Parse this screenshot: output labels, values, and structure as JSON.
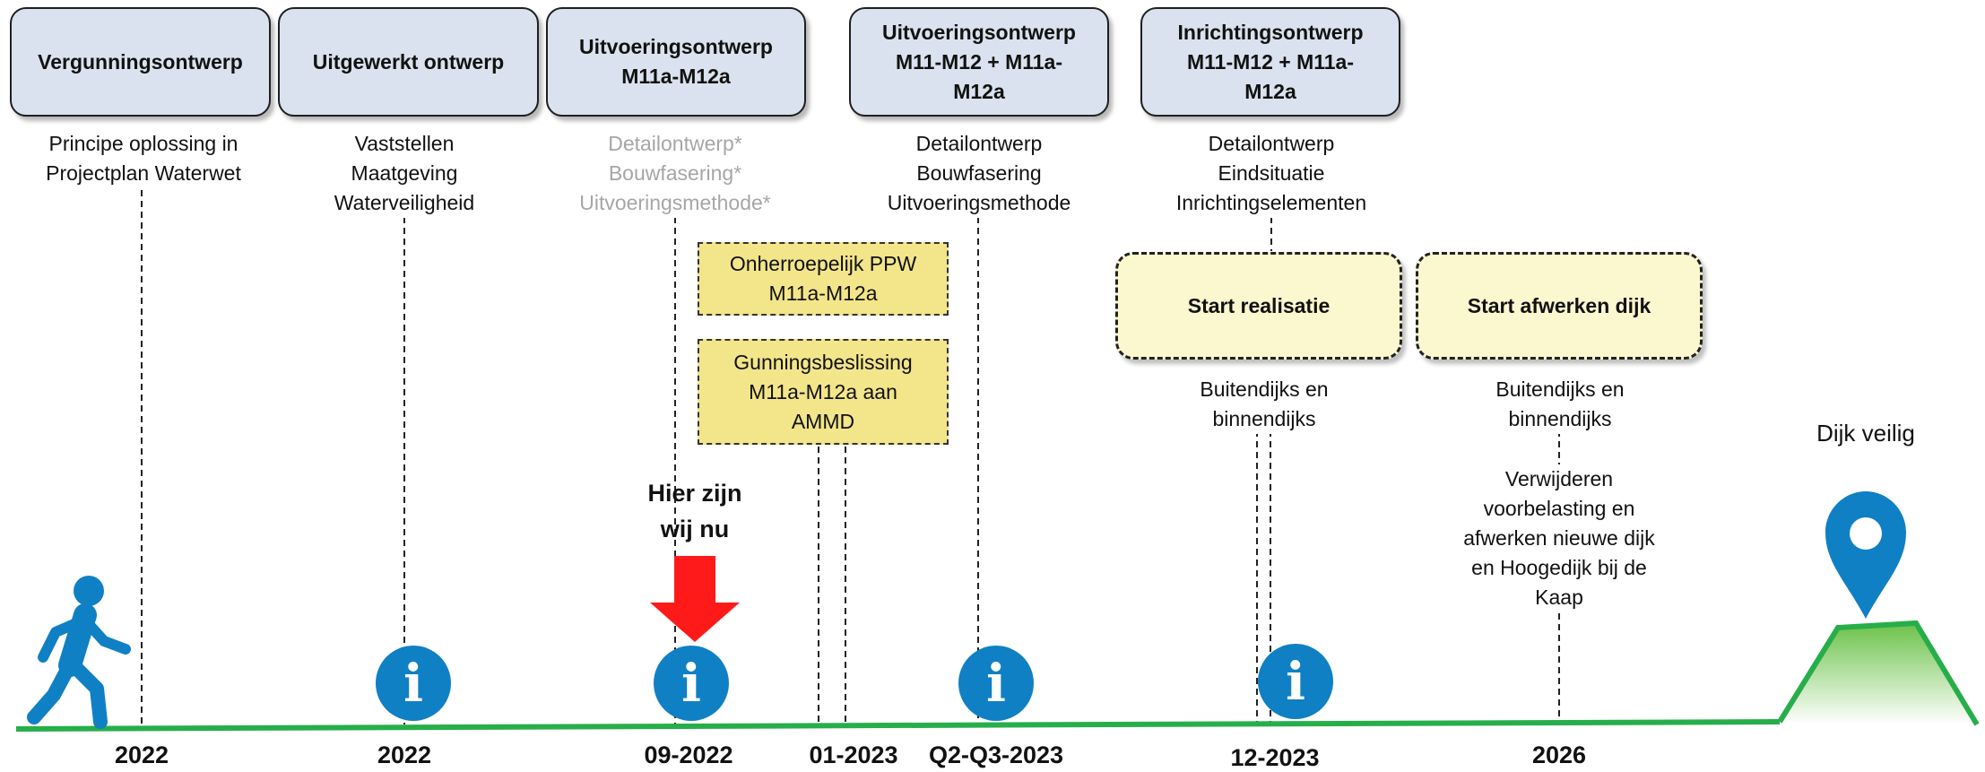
{
  "phases": [
    {
      "lines": [
        "Vergunningsontwerp"
      ]
    },
    {
      "lines": [
        "Uitgewerkt ontwerp"
      ]
    },
    {
      "lines": [
        "Uitvoeringsontwerp",
        "M11a-M12a"
      ]
    },
    {
      "lines": [
        "Uitvoeringsontwerp",
        "M11-M12 + M11a-",
        "M12a"
      ]
    },
    {
      "lines": [
        "Inrichtingsontwerp",
        "M11-M12 + M11a-",
        "M12a"
      ]
    }
  ],
  "descriptions": [
    {
      "lines": [
        "Principe oplossing in",
        "Projectplan Waterwet"
      ]
    },
    {
      "lines": [
        "Vaststellen",
        "Maatgeving",
        "Waterveiligheid"
      ]
    },
    {
      "lines": [
        "Detailontwerp*",
        "Bouwfasering*",
        "Uitvoeringsmethode*"
      ]
    },
    {
      "lines": [
        "Detailontwerp",
        "Bouwfasering",
        "Uitvoeringsmethode"
      ]
    },
    {
      "lines": [
        "Detailontwerp",
        "Eindsituatie",
        "Inrichtingselementen"
      ]
    }
  ],
  "milestones": [
    {
      "lines": [
        "Onherroepelijk PPW",
        "M11a-M12a"
      ]
    },
    {
      "lines": [
        "Gunningsbeslissing",
        "M11a-M12a aan",
        "AMMD"
      ]
    }
  ],
  "start_boxes": [
    {
      "label": "Start realisatie",
      "sub": [
        "Buitendijks en",
        "binnendijks"
      ]
    },
    {
      "label": "Start afwerken dijk",
      "sub": [
        "Buitendijks en",
        "binnendijks"
      ]
    }
  ],
  "extra_note": [
    "Verwijderen",
    "voorbelasting en",
    "afwerken nieuwe dijk",
    "en Hoogedijk bij de",
    "Kaap"
  ],
  "current_position": {
    "lines": [
      "Hier zijn",
      "wij nu"
    ]
  },
  "goal_label": "Dijk veilig",
  "info_icon_glyph": "i",
  "timeline_dates": [
    "2022",
    "2022",
    "09-2022",
    "01-2023",
    "Q2-Q3-2023",
    "12-2023",
    "2026"
  ],
  "colors": {
    "phase_fill": "#d9e2ee",
    "milestone_fill": "#f2e58a",
    "start_fill": "#fbf8cf",
    "timeline": "#27ae4a",
    "info_icon": "#1080c4",
    "arrow": "#ff1a1a",
    "faded_text": "#a6a6a6",
    "walker": "#1080c4"
  },
  "icons": [
    "walking-person-icon",
    "info-icon",
    "down-arrow-icon",
    "map-pin-icon",
    "hill-icon"
  ]
}
